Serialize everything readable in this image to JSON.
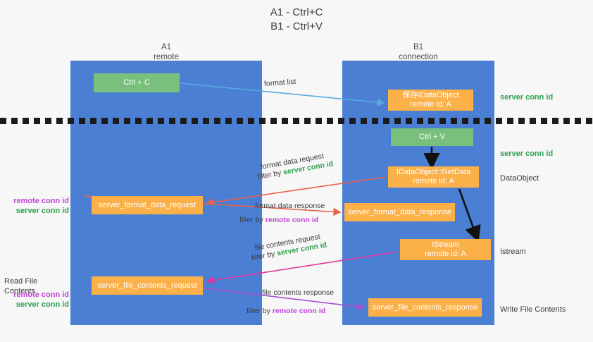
{
  "title": {
    "line1": "A1 - Ctrl+C",
    "line2": "B1 - Ctrl+V"
  },
  "lanes": [
    {
      "name": "A1",
      "sub": "remote"
    },
    {
      "name": "B1",
      "sub": "connection"
    }
  ],
  "boxes": {
    "ctrl_c": "Ctrl + C",
    "ctrl_v": "Ctrl + V",
    "save_idataobject": "保存IDataObject\nremote id: A",
    "getdata": "IDataObject::GetData\nremote id: A",
    "istream": "IStream\nremote id: A",
    "server_format_data_request": "server_format_data_request",
    "server_format_data_response": "server_format_data_response",
    "server_file_contents_request": "server_file_contents_request",
    "server_file_contents_response": "server_file_contents_response"
  },
  "right_notes": {
    "server_conn_id_1": "server conn id",
    "server_conn_id_2": "server conn id",
    "dataobject": "DataObject",
    "istream": "Istream",
    "write_file_contents": "Write File Contents"
  },
  "left_notes": {
    "read_file_contents": "Read File Contents",
    "remote_conn_id": "remote conn id",
    "server_conn_id": "server conn id"
  },
  "flow_labels": {
    "format_list": "format list",
    "format_data_request": "format data request",
    "format_data_request_filter_prefix": "filter by ",
    "format_data_request_filter_value": "server conn id",
    "format_data_response": "format data response",
    "format_data_response_filter_prefix": "filter by ",
    "format_data_response_filter_value": "remote conn id",
    "file_contents_request": "file contents request",
    "file_contents_request_filter_prefix": "filter by ",
    "file_contents_request_filter_value": "server conn id",
    "file_contents_response": "file contents response",
    "file_contents_response_filter_prefix": "filter by ",
    "file_contents_response_filter_value": "remote conn id"
  },
  "colors": {
    "lane": "#4a7fd4",
    "green_box": "#79c07c",
    "orange_box": "#fbb048",
    "green_text": "#2fa14e",
    "purple_text": "#c044d8",
    "blue_arrow": "#5aa9e0",
    "red_arrow": "#e8604c",
    "magenta_arrow": "#e0359e",
    "purple_arrow": "#a64ed0",
    "black_arrow": "#111111"
  }
}
